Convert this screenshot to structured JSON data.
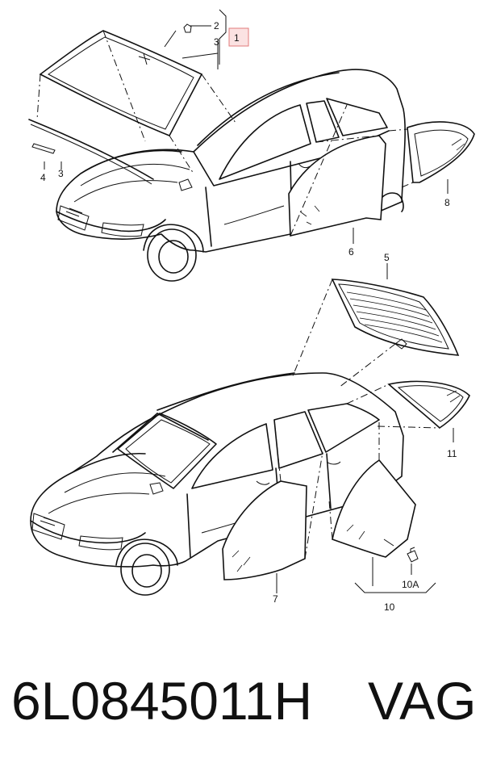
{
  "diagram": {
    "callouts": {
      "c1": "1",
      "c2": "2",
      "c3a": "3",
      "c3b": "3",
      "c4": "4",
      "c5": "5",
      "c6": "6",
      "c7": "7",
      "c8": "8",
      "c10": "10",
      "c10a": "10A",
      "c11": "11"
    },
    "highlight_color": "#fbe2e2"
  },
  "footer": {
    "part_number": "6L0845011H",
    "brand": "VAG"
  }
}
